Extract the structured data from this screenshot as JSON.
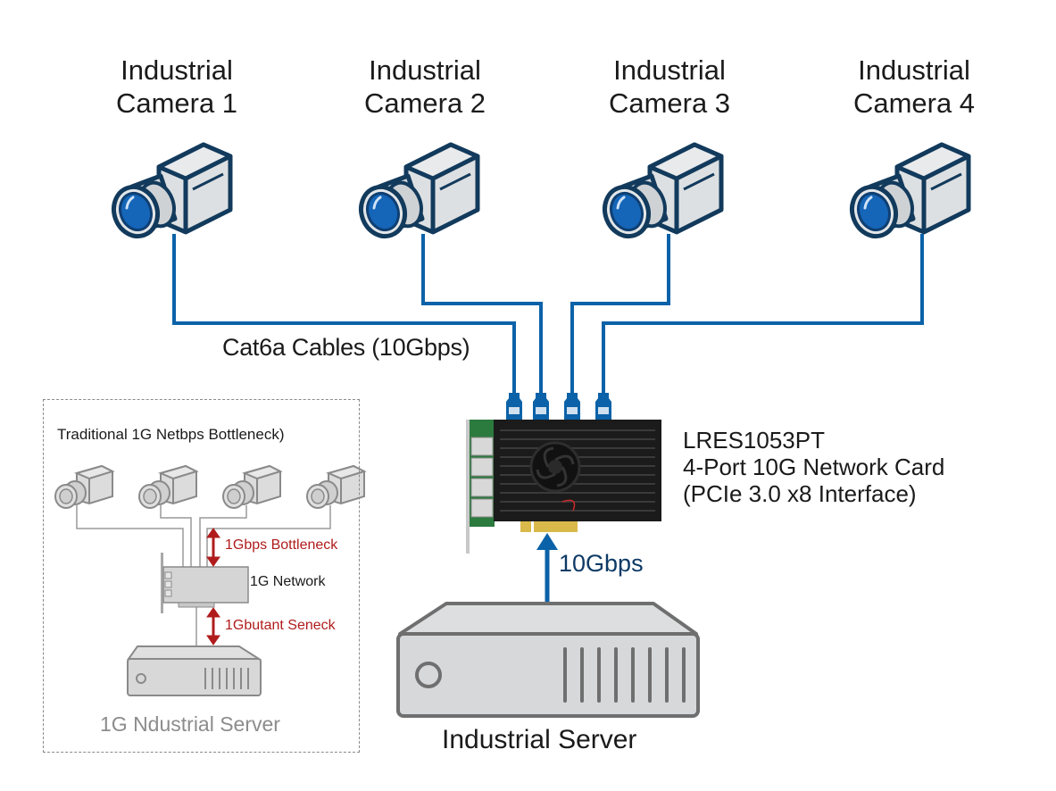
{
  "cameras": [
    {
      "line1": "Industrial",
      "line2": "Camera 1"
    },
    {
      "line1": "Industrial",
      "line2": "Camera 2"
    },
    {
      "line1": "Industrial",
      "line2": "Camera 3"
    },
    {
      "line1": "Industrial",
      "line2": "Camera 4"
    }
  ],
  "cables_label": "Cat6a Cables (10Gbps)",
  "network_card": {
    "model": "LRES1053PT",
    "description": "4-Port 10G Network Card",
    "interface": "(PCIe 3.0 x8 Interface)",
    "port_count": 4
  },
  "uplink_label": "10Gbps",
  "server_label": "Industrial Server",
  "legacy": {
    "title": "Traditional 1G Netbps Bottleneck)",
    "bottleneck_upper": "1Gbps Bottleneck",
    "card_label": "1G Network",
    "bottleneck_lower": "1Gbutant Seneck",
    "server_label": "1G Ndustrial Server",
    "camera_count": 4
  },
  "colors": {
    "cable_blue": "#0b62a8",
    "lens_blue": "#1565b8",
    "outline_navy": "#123a5c",
    "body_gray": "#dde0e2",
    "bottleneck_red": "#b01c1c",
    "legacy_gray": "#8c8c8c"
  }
}
